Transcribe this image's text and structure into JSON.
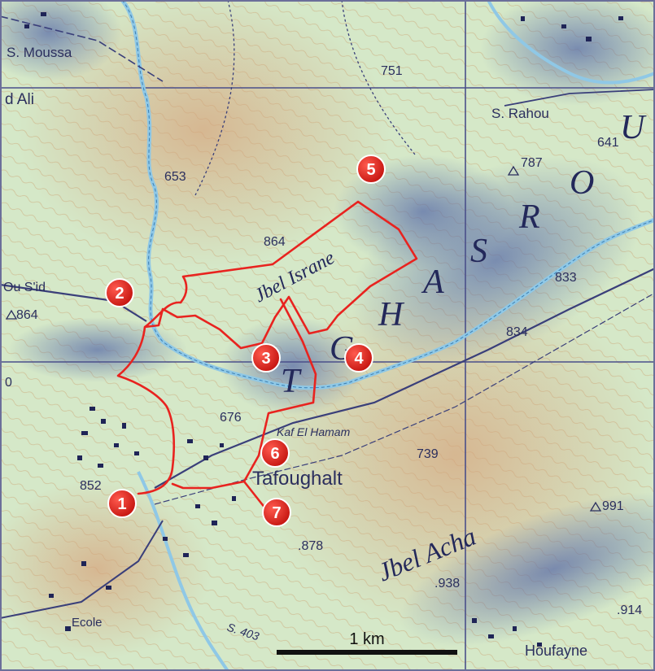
{
  "colors": {
    "route": "#e8231f",
    "marker": "#d81e1a",
    "water": "#8fc8e6",
    "contour": "#c99a6a",
    "relief": "#5b6ea8",
    "label": "#2b2f5e"
  },
  "places": {
    "s_moussa": "S. Moussa",
    "od_ali": "d Ali",
    "ou_sid": "Ou S'id",
    "s_rahou": "S. Rahou",
    "kaf_el_hamam": "Kaf El Hamam",
    "tafoughalt": "Tafoughalt",
    "ecole": "Ecole",
    "houfayne": "Houfayne",
    "road": "S. 403"
  },
  "big_labels": {
    "jbel_israne": "Jbel Israne",
    "jbel_achaa": "Jbel Acha",
    "tghasrou": [
      "T",
      "G",
      "H",
      "A",
      "S",
      "R",
      "O",
      "U"
    ]
  },
  "elevations": {
    "e751": "751",
    "e653": "653",
    "e864a": "864",
    "e864b": "864",
    "e787": "787",
    "e641": "641",
    "e833": "833",
    "e834": "834",
    "e676": "676",
    "e739": "739",
    "e852": "852",
    "e878": ".878",
    "e938": ".938",
    "e991": "991",
    "e914": ".914",
    "e0": "0"
  },
  "markers": [
    "1",
    "2",
    "3",
    "4",
    "5",
    "6",
    "7"
  ],
  "scale_bar": {
    "label": "1 km",
    "length_km": 1
  }
}
